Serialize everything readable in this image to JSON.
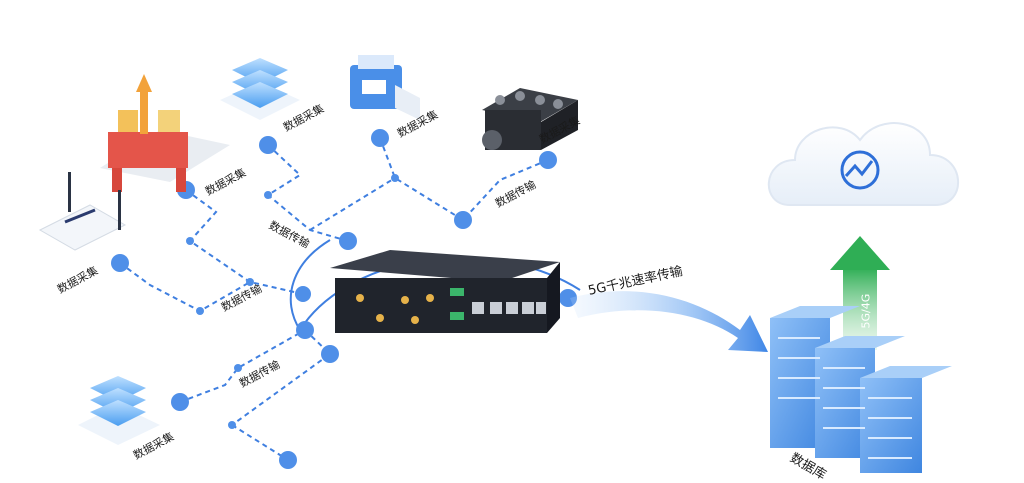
{
  "labels": {
    "collect": "数据采集",
    "transmit": "数据传输",
    "fiveg_transfer": "5G千兆速率传输",
    "uplink": "5G/4G",
    "database": "数据库"
  },
  "colors": {
    "node_blue": "#4f8fe8",
    "line_blue": "#3f7fe0",
    "arrow_green": "#35b45a",
    "server_blue": "#6aa8f0",
    "cloud_icon": "#2e6fd8"
  },
  "icons": [
    "oil-platform-icon",
    "server-stack-icon",
    "printer-icon",
    "engine-block-icon",
    "wifi-router-icon",
    "gateway-device-icon",
    "cloud-icon",
    "database-server-icon"
  ]
}
